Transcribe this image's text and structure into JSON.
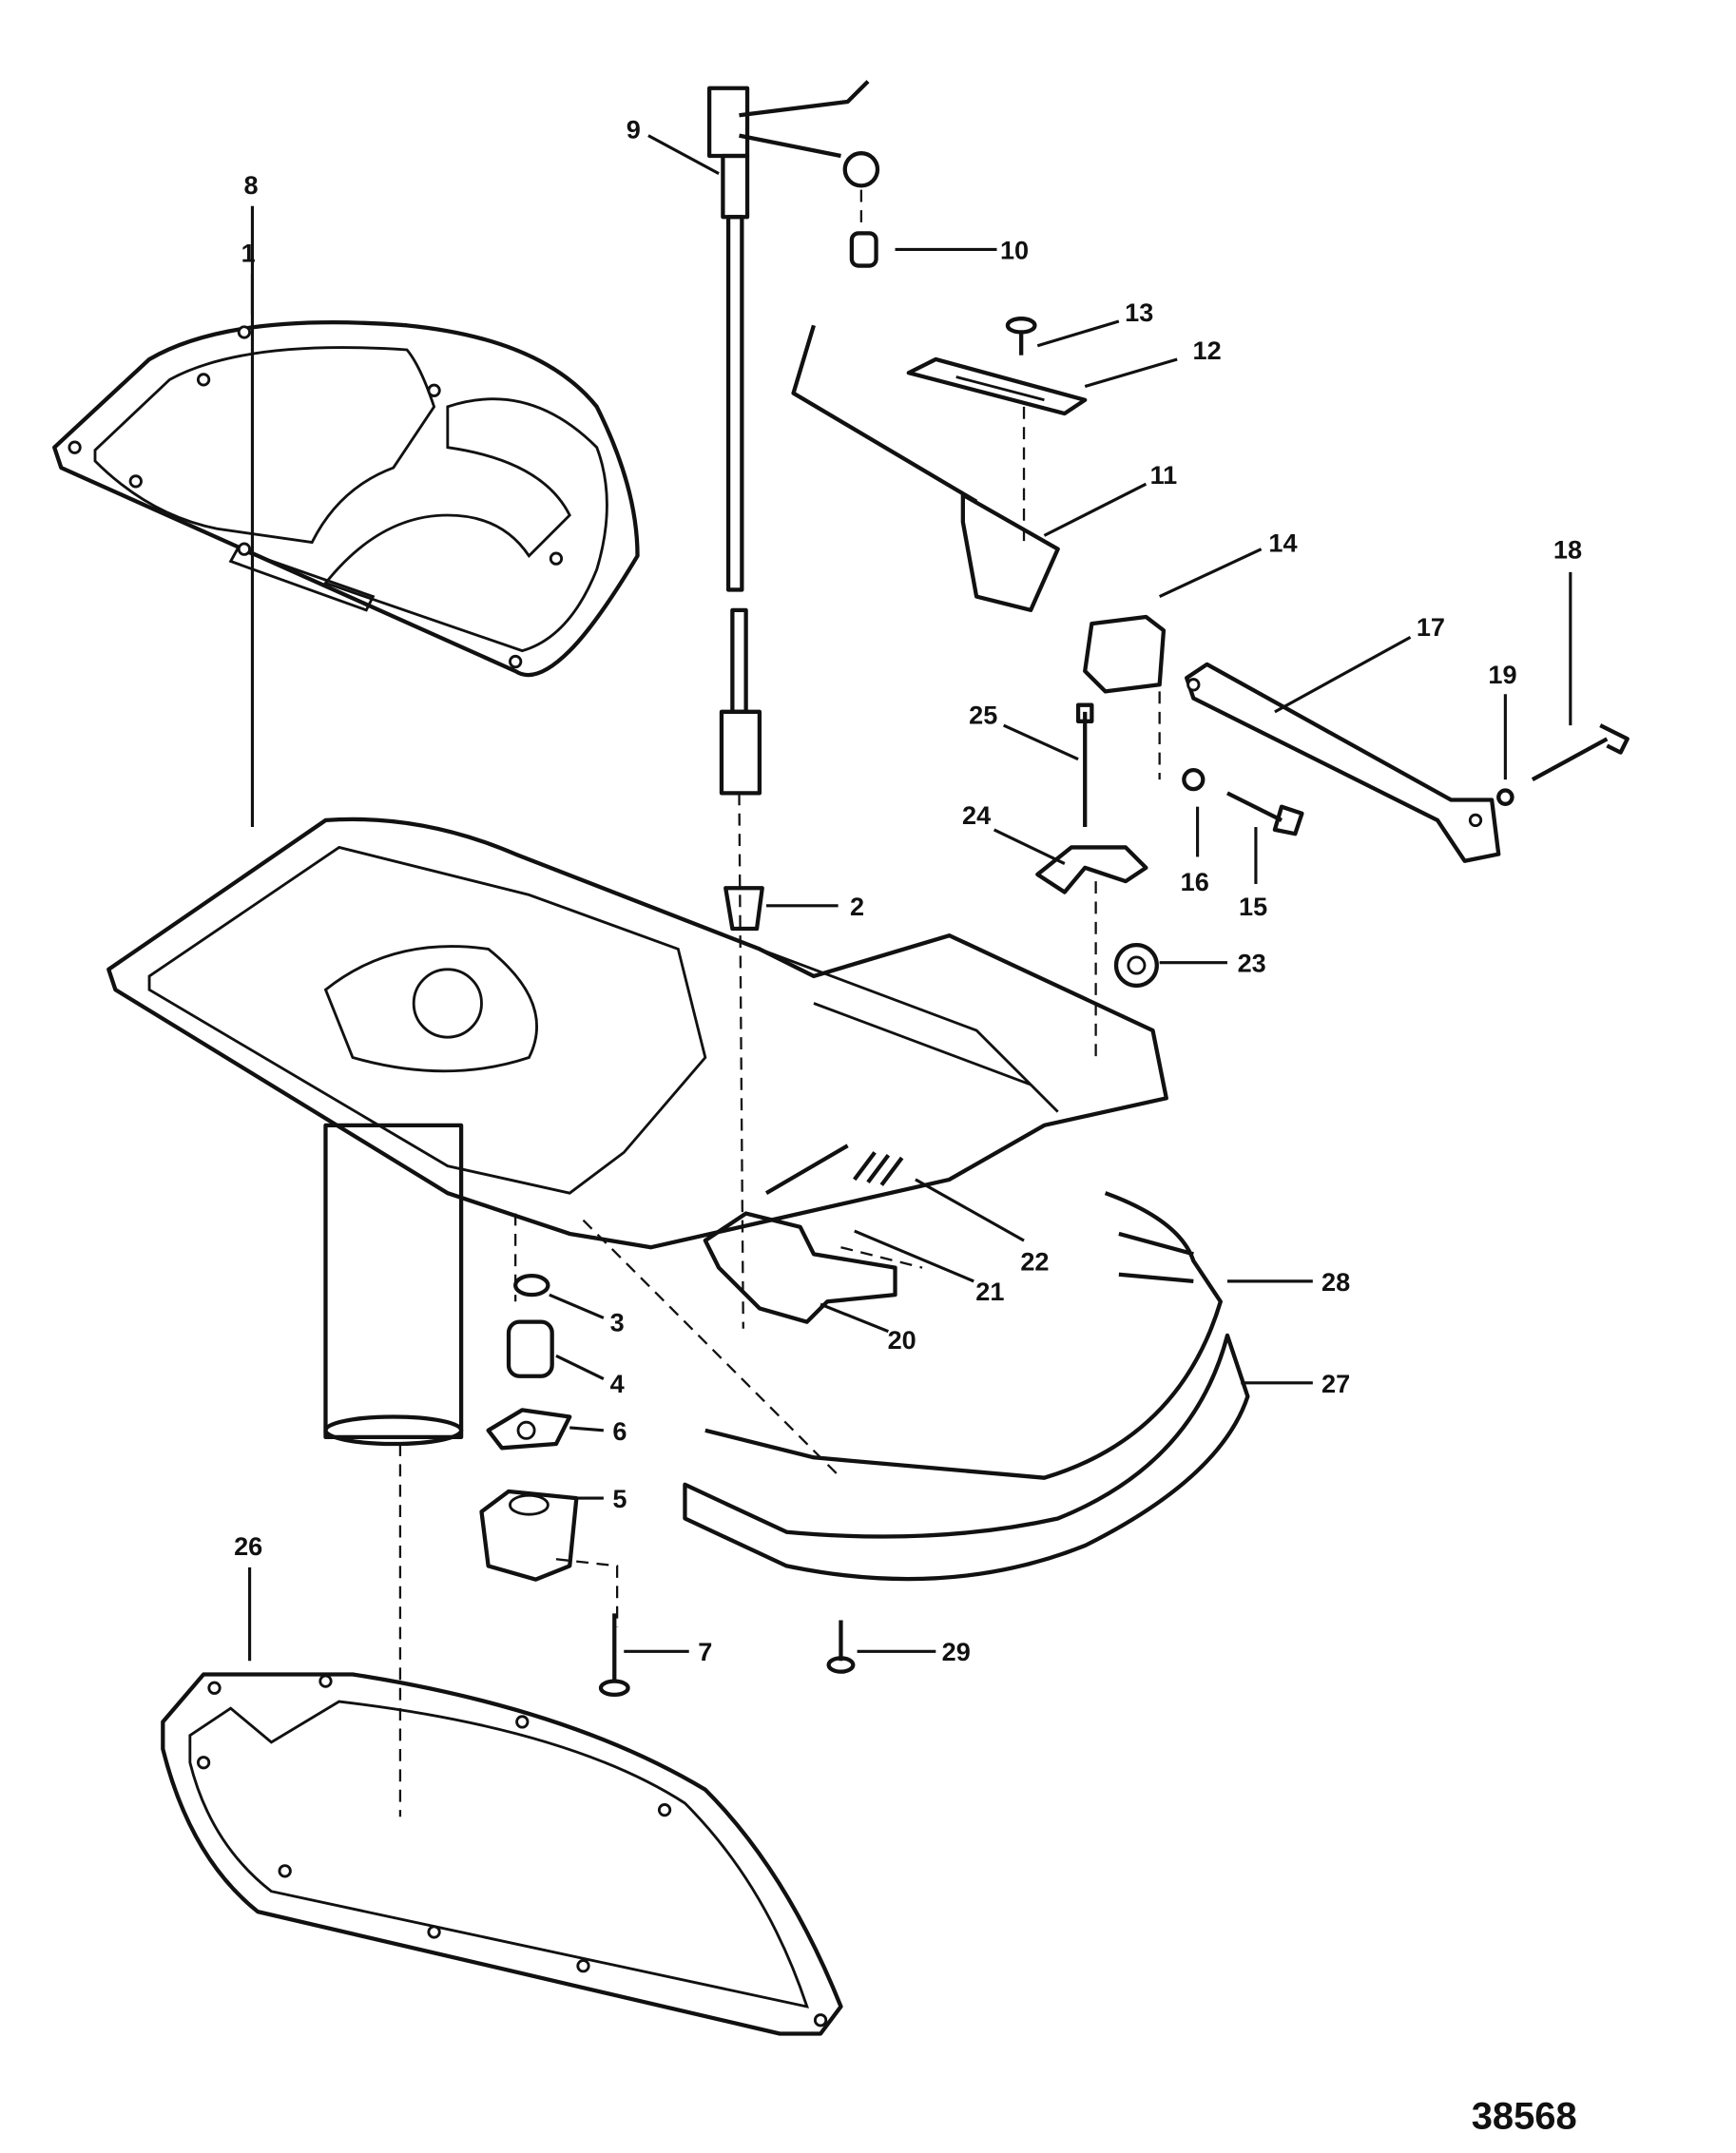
{
  "figure_number": "38568",
  "callouts": [
    "1",
    "2",
    "3",
    "4",
    "5",
    "6",
    "7",
    "8",
    "9",
    "10",
    "11",
    "12",
    "13",
    "14",
    "15",
    "16",
    "17",
    "18",
    "19",
    "20",
    "21",
    "22",
    "23",
    "24",
    "25",
    "26",
    "27",
    "28",
    "29"
  ],
  "colors": {
    "line": "#111111",
    "background": "#ffffff"
  }
}
